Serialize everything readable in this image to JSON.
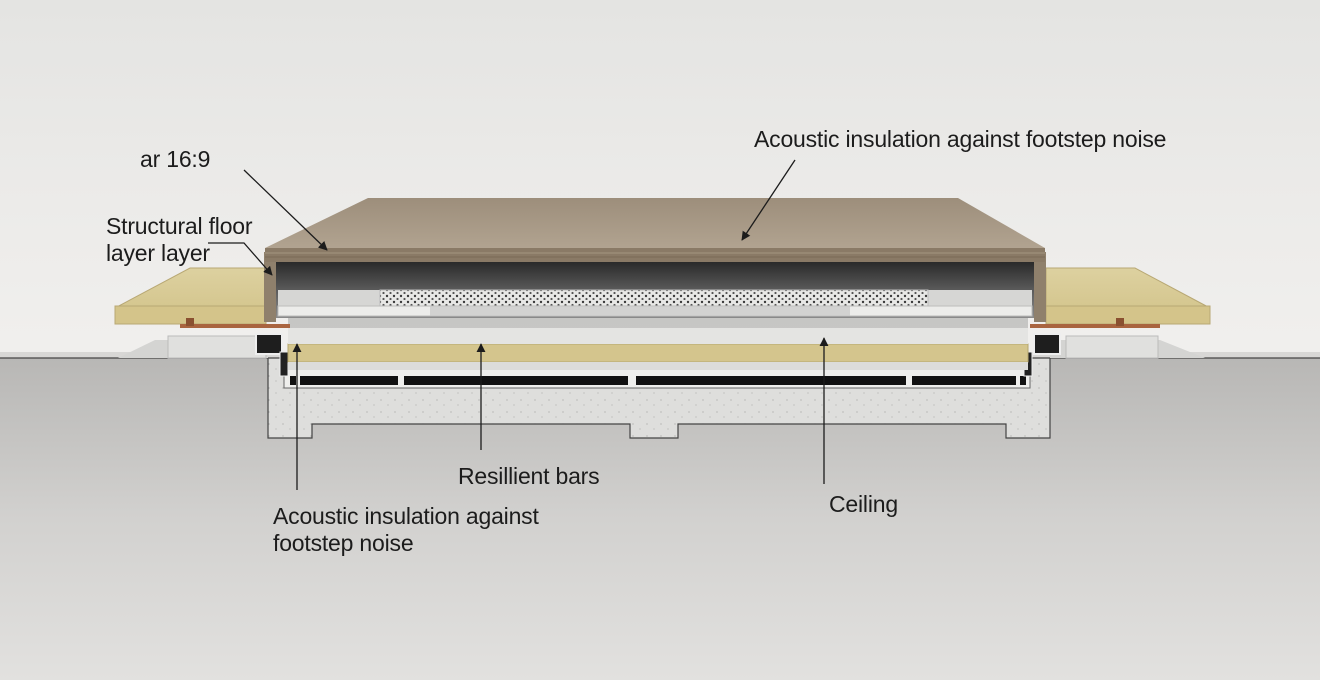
{
  "diagram": {
    "type": "floor-section",
    "colors": {
      "background": "#ecebe9",
      "floor_surface": "#e2e1df",
      "lower_region": "#c9c8c6",
      "wood_top": "#a69784",
      "wood_edge": "#8a7a66",
      "insulation": "#d6c78f",
      "concrete": "#dcdcda",
      "perforated_board": "#e6e6e4",
      "copper_strip": "#a9643f",
      "line": "#1c1c1c"
    }
  },
  "labels": {
    "aspect_note": "ar 16:9",
    "structural_floor": [
      "Structural floor",
      "layer layer"
    ],
    "acoustic_top": "Acoustic insulation against footstep noise",
    "resilient_bars": "Resillient bars",
    "ceiling": "Ceiling",
    "acoustic_bottom": [
      "Acoustic insulation against",
      "footstep noise"
    ]
  }
}
